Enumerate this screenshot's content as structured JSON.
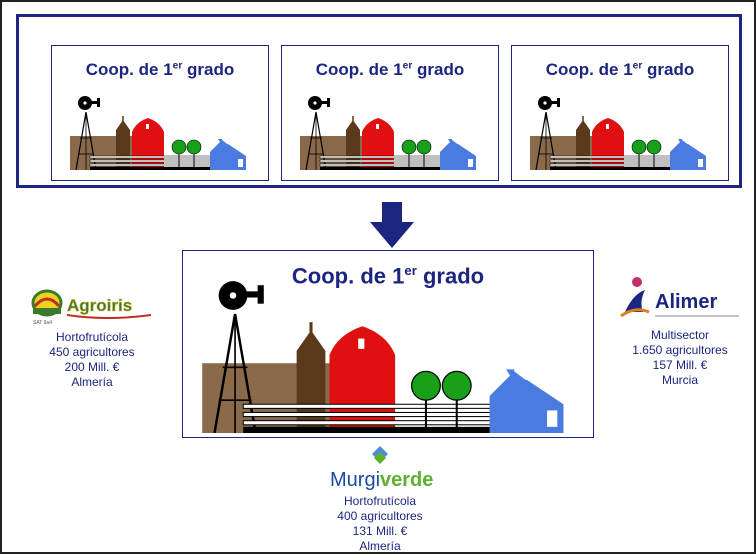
{
  "top_cards": [
    {
      "title_pre": "Coop. de 1",
      "title_sup": "er",
      "title_post": " grado"
    },
    {
      "title_pre": "Coop. de 1",
      "title_sup": "er",
      "title_post": " grado"
    },
    {
      "title_pre": "Coop. de 1",
      "title_sup": "er",
      "title_post": " grado"
    }
  ],
  "main_card": {
    "title_pre": "Coop. de 1",
    "title_sup": "er",
    "title_post": " grado"
  },
  "colors": {
    "navy": "#1c2580",
    "barn_red": "#e01010",
    "house_blue": "#4a7be0",
    "tree_green": "#18a018",
    "ground_brown": "#8a6a4a",
    "silo_brown": "#5a3a1a"
  },
  "coops": {
    "agrupa": {
      "logo_text": "Agroiris",
      "logo_sub": "SAT 9a4",
      "lines": [
        "Hortofrutícola",
        "450 agricultores",
        "200 Mill. €",
        "Almería"
      ]
    },
    "alimer": {
      "logo_text": "Alimer",
      "lines": [
        "Multisector",
        "1.650 agricultores",
        "157 Mill. €",
        "Murcia"
      ]
    },
    "murgiverde": {
      "logo_text_a": "Murgi",
      "logo_text_b": "verde",
      "lines": [
        "Hortofrutícola",
        "400 agricultores",
        "131 Mill. €",
        "Almería"
      ]
    }
  },
  "icons": {
    "arrow": "arrow-down-icon",
    "farm": "farm-icon"
  }
}
